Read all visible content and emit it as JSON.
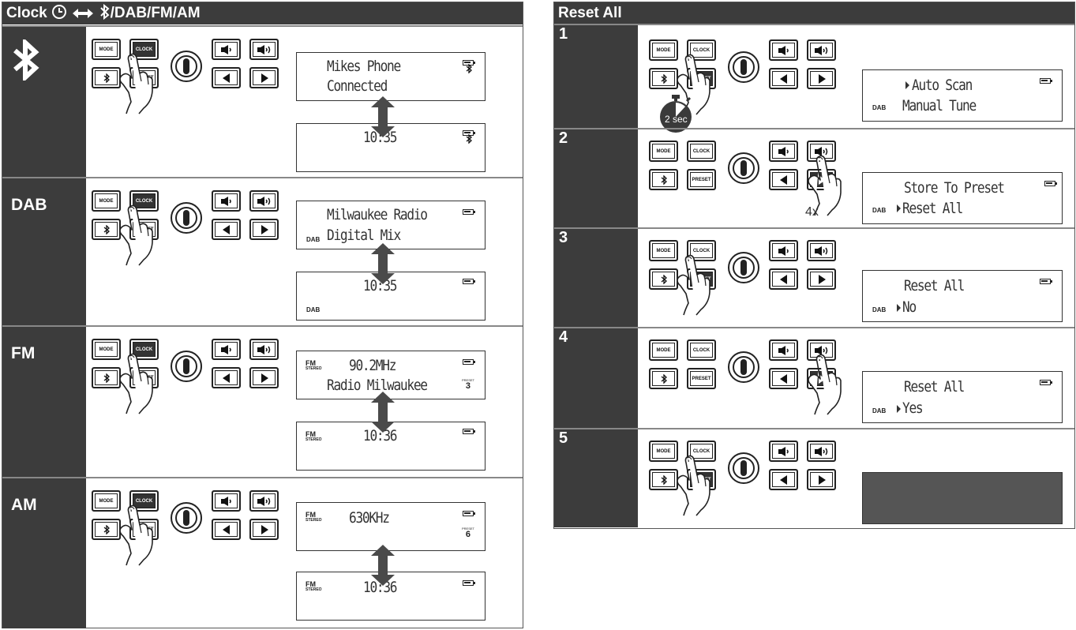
{
  "left_panel": {
    "title_prefix": "Clock",
    "title_suffix": "/DAB/FM/AM",
    "rows": [
      {
        "label": "",
        "lcd_top": {
          "line1": "Mikes Phone",
          "line2": "Connected"
        },
        "lcd_bottom": {
          "time": "10:35"
        }
      },
      {
        "label": "DAB",
        "lcd_top": {
          "line1": "Milwaukee Radio",
          "line2": "Digital Mix",
          "band": "DAB"
        },
        "lcd_bottom": {
          "time": "10:35",
          "band": "DAB"
        }
      },
      {
        "label": "FM",
        "lcd_top": {
          "line1": "90.2MHz",
          "line2": "Radio Milwaukee",
          "band": "FM",
          "band_sub": "STEREO",
          "preset_label": "PRESET",
          "preset_num": "3"
        },
        "lcd_bottom": {
          "time": "10:36",
          "band": "FM",
          "band_sub": "STEREO"
        }
      },
      {
        "label": "AM",
        "lcd_top": {
          "line1": "630KHz",
          "band": "FM",
          "band_sub": "STEREO",
          "preset_label": "PRESET",
          "preset_num": "6"
        },
        "lcd_bottom": {
          "time": "10:36",
          "band": "FM",
          "band_sub": "STEREO"
        }
      }
    ]
  },
  "right_panel": {
    "title": "Reset All",
    "steps": [
      {
        "num": "1",
        "line1": "Auto Scan",
        "line2": "Manual Tune",
        "band": "DAB",
        "hint": "2 sec"
      },
      {
        "num": "2",
        "line1": "Store To Preset",
        "line2": "Reset All",
        "band": "DAB",
        "hint": "4x"
      },
      {
        "num": "3",
        "line1": "Reset All",
        "line2": "No",
        "band": "DAB"
      },
      {
        "num": "4",
        "line1": "Reset All",
        "line2": "Yes",
        "band": "DAB"
      },
      {
        "num": "5"
      }
    ]
  },
  "buttons": {
    "mode": "MODE",
    "clock": "CLOCK",
    "preset": "PRESET"
  },
  "icons": [
    "bluetooth-icon",
    "clock-icon",
    "double-arrow-icon",
    "volume-down-icon",
    "volume-up-icon",
    "left-arrow-icon",
    "right-arrow-icon",
    "knob-icon",
    "hand-press-icon",
    "timer-icon",
    "battery-icon"
  ],
  "colors": {
    "panel_dark": "#3c3c3c",
    "border": "#555555",
    "lcd_text": "#333333",
    "blank_display": "#555555"
  }
}
